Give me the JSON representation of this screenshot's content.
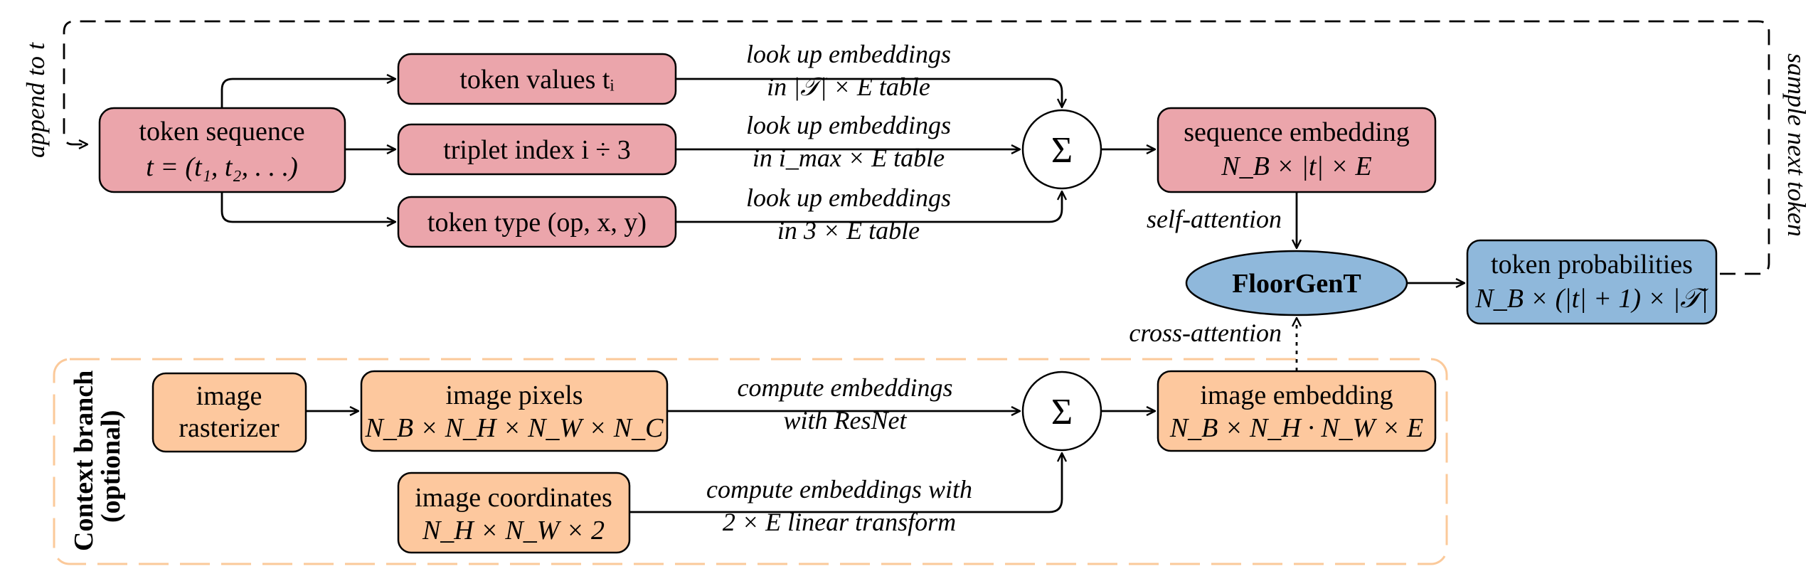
{
  "loop_left_label": "append to t",
  "loop_right_label": "sample next token",
  "nodes": {
    "token_sequence": {
      "line1": "token sequence",
      "line2": "t = (t₁, t₂, . . .)"
    },
    "token_values": {
      "label": "token values tᵢ"
    },
    "triplet_index": {
      "label": "triplet index i ÷ 3"
    },
    "token_type": {
      "label": "token type (op, x, y)"
    },
    "sum_top": {
      "symbol": "Σ"
    },
    "sequence_embedding": {
      "line1": "sequence embedding",
      "line2": "N_B × |t| × E"
    },
    "floorgent": {
      "label": "FloorGenT"
    },
    "token_probabilities": {
      "line1": "token probabilities",
      "line2": "N_B × (|t| + 1) × |𝒯|"
    },
    "image_rasterizer": {
      "line1": "image",
      "line2": "rasterizer"
    },
    "image_pixels": {
      "line1": "image pixels",
      "line2": "N_B × N_H × N_W × N_C"
    },
    "image_coordinates": {
      "line1": "image coordinates",
      "line2": "N_H × N_W × 2"
    },
    "sum_bottom": {
      "symbol": "Σ"
    },
    "image_embedding": {
      "line1": "image embedding",
      "line2": "N_B × N_H · N_W × E"
    }
  },
  "edges": {
    "values_lookup": {
      "line1": "look up embeddings",
      "line2": "in |𝒯| × E table"
    },
    "index_lookup": {
      "line1": "look up embeddings",
      "line2": "in i_max × E table"
    },
    "type_lookup": {
      "line1": "look up embeddings",
      "line2": "in 3 × E table"
    },
    "self_attention": "self-attention",
    "cross_attention": "cross-attention",
    "resnet": {
      "line1": "compute embeddings",
      "line2": "with ResNet"
    },
    "linear": {
      "line1": "compute embeddings with",
      "line2": "2 × E linear transform"
    }
  },
  "context_branch": {
    "line1": "Context branch",
    "line2": "(optional)"
  },
  "colors": {
    "pink": "#eba5ab",
    "orange": "#fdc89e",
    "blue": "#8fb8db",
    "dashed_orange": "#fbc99a"
  }
}
